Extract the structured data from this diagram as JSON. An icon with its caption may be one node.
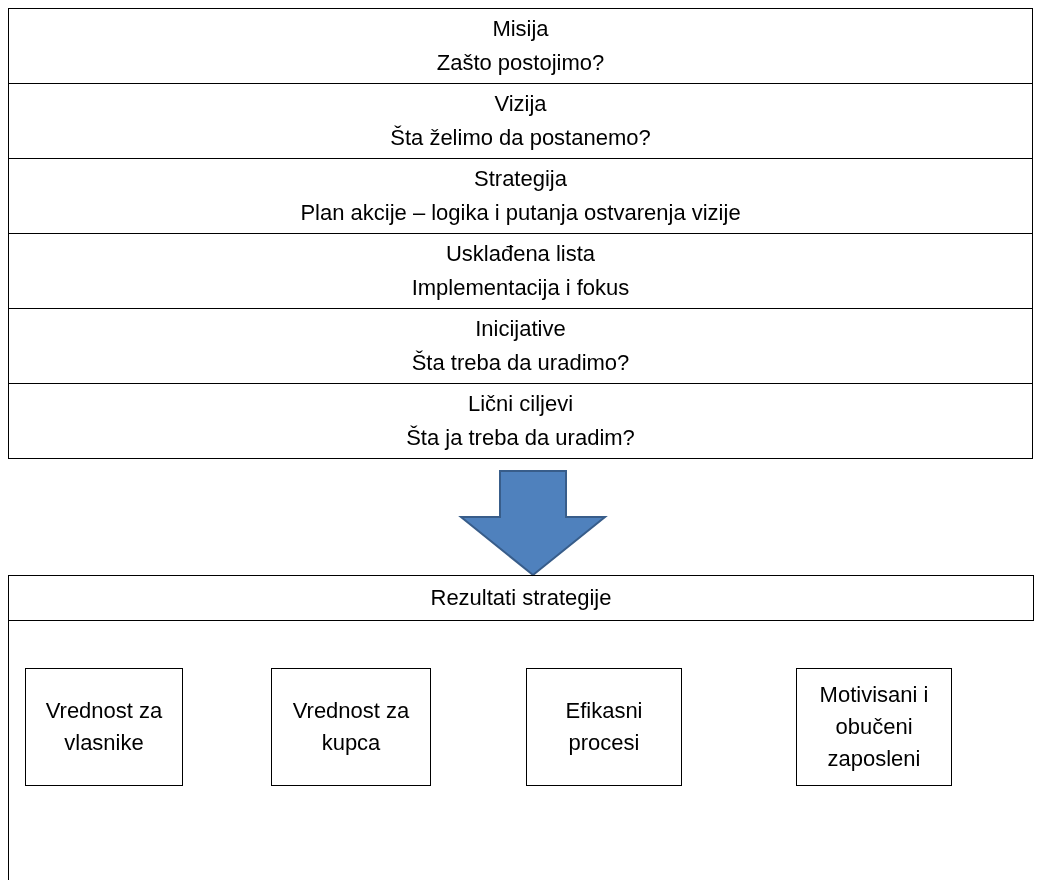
{
  "diagram": {
    "nodes": [
      {
        "text": [
          "Misija",
          "Zašto postojimo?"
        ]
      },
      {
        "text": [
          "Vizija",
          "Šta želimo da postanemo?"
        ]
      },
      {
        "text": [
          "Strategija",
          "Plan akcije – logika i putanja ostvarenja vizije"
        ]
      },
      {
        "text": [
          "Usklađena lista",
          "Implementacija i fokus"
        ]
      },
      {
        "text": [
          "Inicijative",
          "Šta treba da uradimo?"
        ]
      },
      {
        "text": [
          "Lični ciljevi",
          "Šta ja treba da uradim?"
        ]
      },
      {
        "text": [
          "Rezultati strategije"
        ]
      },
      {
        "text": [
          "Vrednost za vlasnike"
        ],
        "in": 6
      },
      {
        "text": [
          "Vrednost za kupca"
        ],
        "in": 6
      },
      {
        "text": [
          "Efikasni procesi"
        ],
        "in": 6
      },
      {
        "text": [
          "Motivisani i obučeni zaposleni"
        ],
        "in": 6
      }
    ],
    "edges": [
      {
        "from": 5,
        "to": 6,
        "arrow": "to",
        "style": "thick",
        "color": "#4f81bd"
      }
    ]
  }
}
